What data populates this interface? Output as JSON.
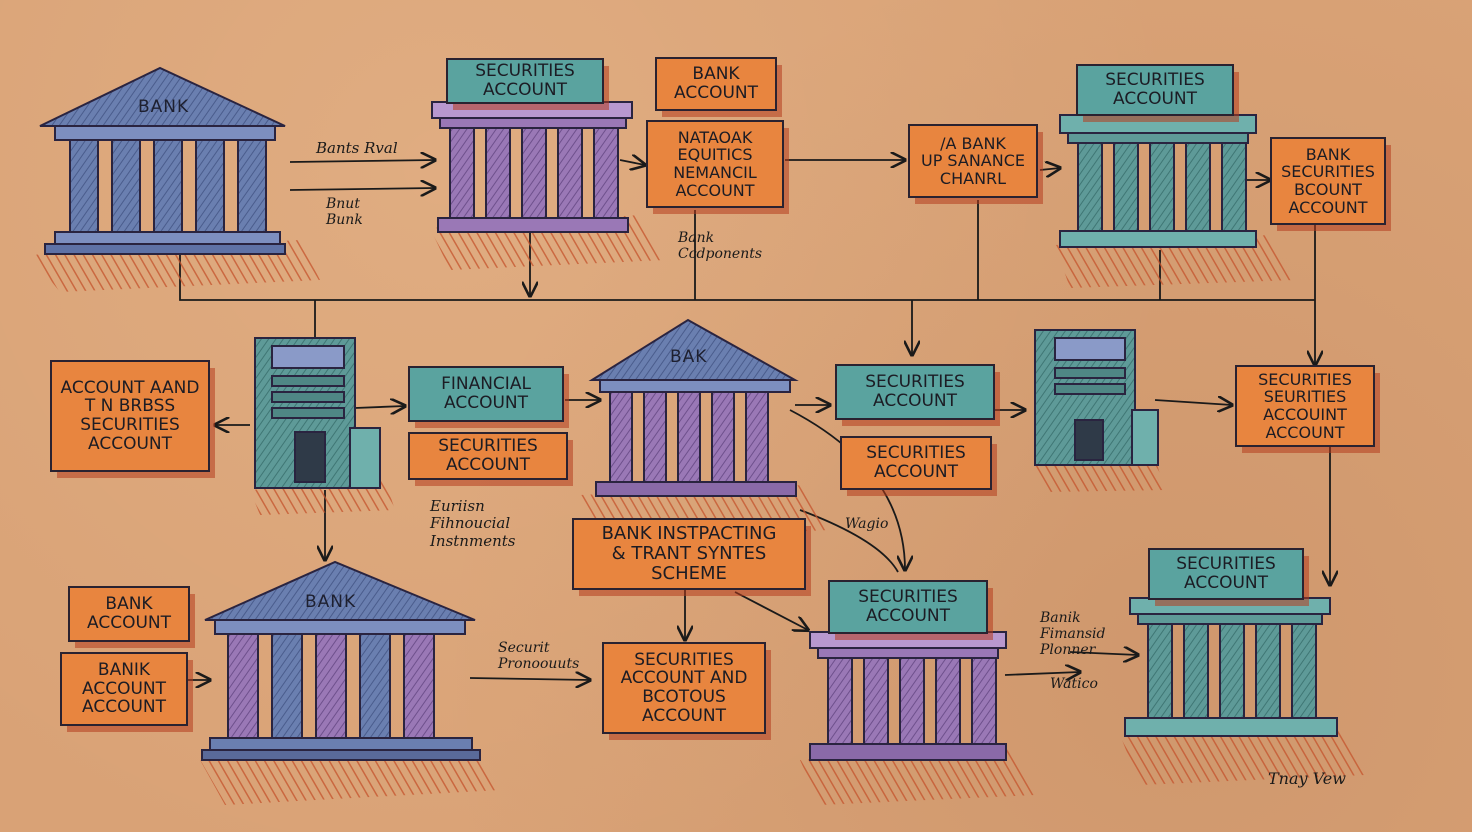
{
  "banks": {
    "top_left": "BANK",
    "center": "BAK",
    "bottom_left": "BANK"
  },
  "boxes": {
    "sec_top_center": [
      "SECURITIES",
      "ACCOUNT"
    ],
    "bank_account_top": [
      "BANK",
      "ACCOUNT"
    ],
    "garbled_top": [
      "NATAOAK",
      "EQUITICS",
      "NEMANCIL",
      "ACCOUNT"
    ],
    "bank_up_top": [
      "/A BANK",
      "UP SANANCE",
      "CHANRL"
    ],
    "sec_top_right": [
      "SECURITIES",
      "ACCOUNT"
    ],
    "bank_sec_right": [
      "BANK",
      "SECURITIES",
      "BCOUNT",
      "ACCOUNT"
    ],
    "account_and_left": [
      "ACCOUNT AAND",
      "T N BRBSS",
      "SECURITIES",
      "ACCOUNT"
    ],
    "financial_account": [
      "FINANCIAL",
      "ACCOUNT"
    ],
    "sec_mid_left": [
      "SECURITIES",
      "ACCOUNT"
    ],
    "sec_mid_right_teal": [
      "SECURITIES",
      "ACCOUNT"
    ],
    "sec_mid_right_orange": [
      "SECURITIES",
      "ACCOUNT"
    ],
    "sec_far_right": [
      "SECURITIES",
      "SEURITIES",
      "ACCOUINT",
      "ACCOUNT"
    ],
    "scheme": [
      "BANK INSTPACTING",
      "& TRANT SYNTES",
      "SCHEME"
    ],
    "bank_account_bl1": [
      "BANK",
      "ACCOUNT"
    ],
    "bank_account_bl2": [
      "BANIK",
      "ACCOUNT",
      "ACCOUNT"
    ],
    "sec_bottom_center": [
      "SECURITIES",
      "ACCOUNT AND",
      "BCOTOUS",
      "ACCOUNT"
    ],
    "sec_bottom_mid": [
      "SECURITIES",
      "ACCOUNT"
    ],
    "sec_bottom_right": [
      "SECURITIES",
      "ACCOUNT"
    ]
  },
  "notes": {
    "bank_rval": [
      "Bants Rval"
    ],
    "bank_small": [
      "Bnut",
      "Bunk"
    ],
    "bank_components": [
      "Bank",
      "Ccdponents"
    ],
    "financial_instruments": [
      "Euriisn",
      "Fihnoucial",
      "Instnments"
    ],
    "wagio": [
      "Wagio"
    ],
    "securit_prono": [
      "Securit",
      "Pronoouuts"
    ],
    "bank_financial_planner": [
      "Banik",
      "Fimansid",
      "Plonner"
    ],
    "watico": [
      "Watico"
    ],
    "signature": [
      "Tnay Vew"
    ]
  },
  "colors": {
    "paper": "#d9a276",
    "teal": "#5aa39f",
    "orange": "#e8853f",
    "blue_bank": "#6a7fb0",
    "purple_bank": "#8a6aa8",
    "ink": "#1a1a1a",
    "shadow": "#c4532c"
  }
}
